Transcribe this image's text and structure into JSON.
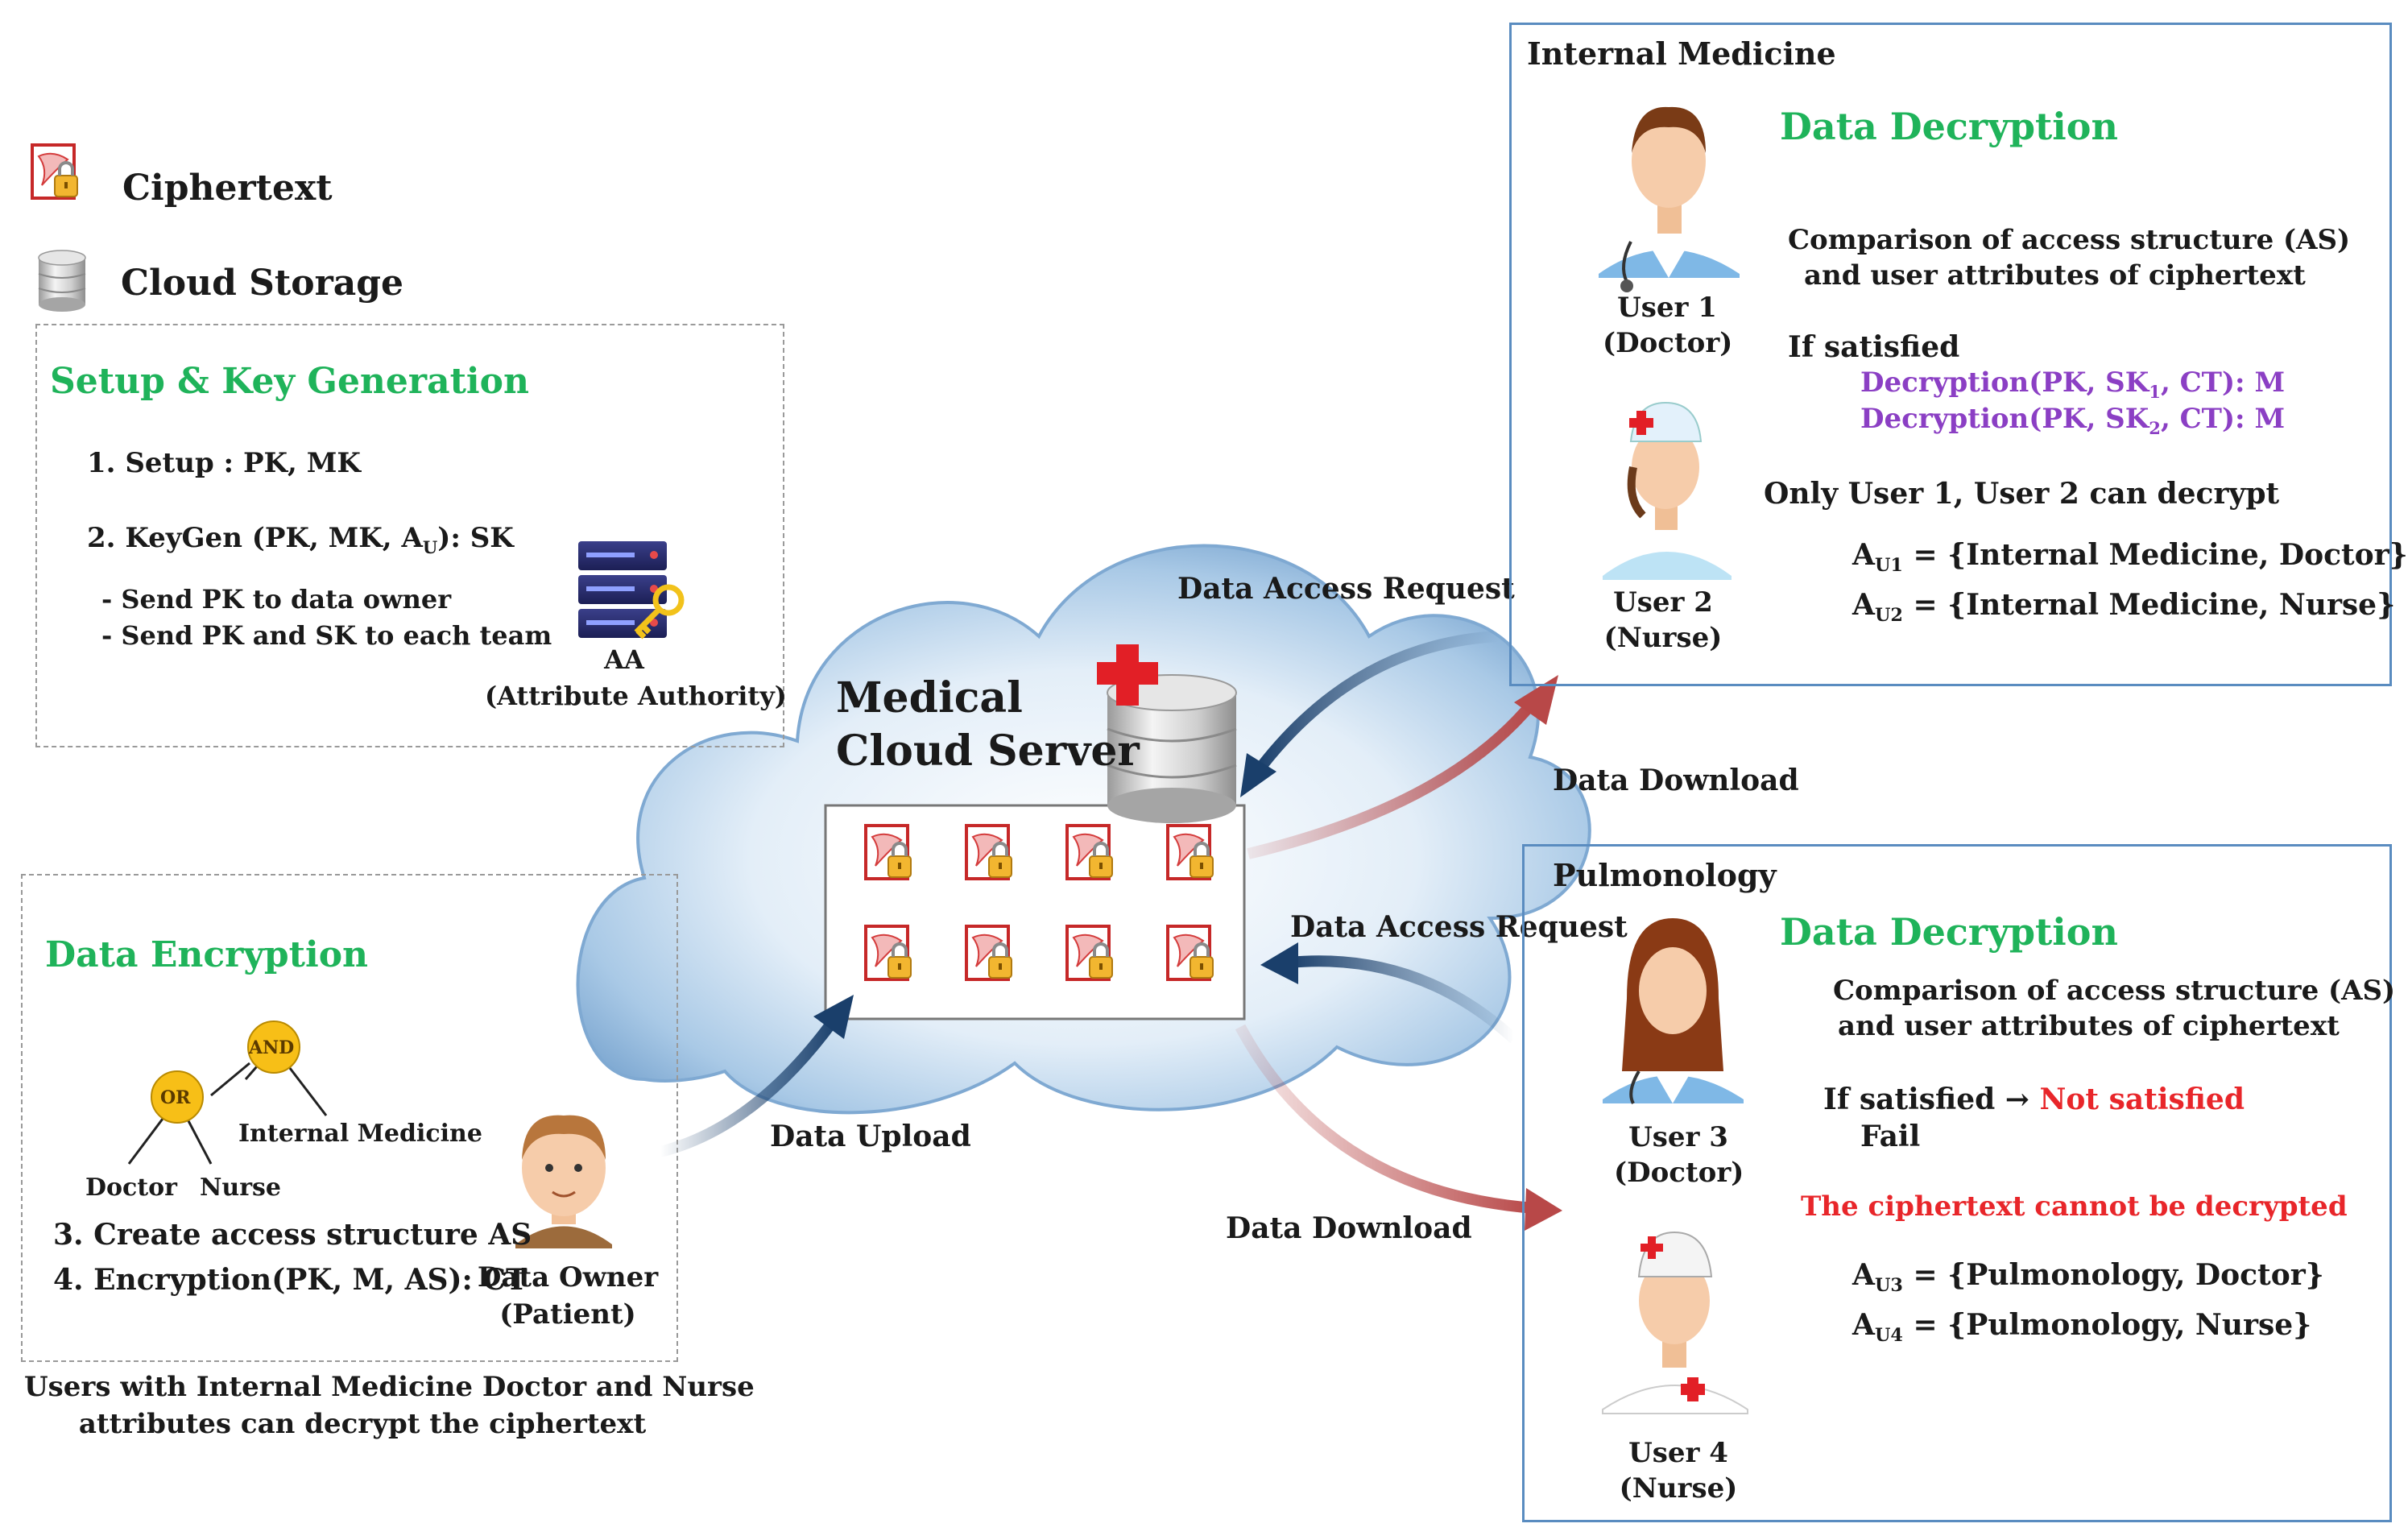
{
  "legend": {
    "ciphertext": "Ciphertext",
    "cloud_storage": "Cloud Storage"
  },
  "setup": {
    "title": "Setup & Key Generation",
    "step1": "1. Setup : PK, MK",
    "step2_prefix": "2. KeyGen (PK, MK, A",
    "step2_sub": "U",
    "step2_suffix": "): SK",
    "send1": "- Send PK to data owner",
    "send2": "- Send PK and SK to each team",
    "aa_label": "AA",
    "aa_full": "(Attribute Authority)"
  },
  "encryption": {
    "title": "Data Encryption",
    "tree": {
      "and": "AND",
      "or": "OR",
      "leaf_internal": "Internal Medicine",
      "leaf_doctor": "Doctor",
      "leaf_nurse": "Nurse"
    },
    "step3": "3. Create access structure AS",
    "step4": "4. Encryption(PK, M, AS): CT",
    "owner": "Data Owner",
    "owner_role": "(Patient)",
    "note1": "Users with Internal Medicine Doctor and Nurse",
    "note2": "attributes can decrypt the ciphertext"
  },
  "server": {
    "line1": "Medical",
    "line2": "Cloud Server"
  },
  "arrows": {
    "upload": "Data Upload",
    "request_top": "Data Access Request",
    "download_top": "Data Download",
    "request_bottom": "Data Access Request",
    "download_bottom": "Data Download"
  },
  "internal": {
    "dept": "Internal Medicine",
    "title": "Data Decryption",
    "compare1": "Comparison of access structure (AS)",
    "compare2": "and user attributes of ciphertext",
    "if_satisfied": "If satisfied",
    "dec1_prefix": "Decryption(PK, SK",
    "dec1_sub": "1",
    "dec1_suffix": ", CT): M",
    "dec2_prefix": "Decryption(PK, SK",
    "dec2_sub": "2",
    "dec2_suffix": ", CT): M",
    "only": "Only User 1, User 2 can decrypt",
    "user1": "User 1",
    "user1_role": "(Doctor)",
    "user2": "User 2",
    "user2_role": "(Nurse)",
    "au1_sym": "A",
    "au1_sub": "U1",
    "au1_val": " = {Internal Medicine, Doctor}",
    "au2_sym": "A",
    "au2_sub": "U2",
    "au2_val": " = {Internal Medicine, Nurse}"
  },
  "pulmo": {
    "dept": "Pulmonology",
    "title": "Data Decryption",
    "compare1": "Comparison of access structure (AS)",
    "compare2": "and user attributes of ciphertext",
    "if_satisfied": "If satisfied → ",
    "not_satisfied": "Not satisfied",
    "fail": "Fail",
    "cannot": "The ciphertext cannot be decrypted",
    "user3": "User 3",
    "user3_role": "(Doctor)",
    "user4": "User 4",
    "user4_role": "(Nurse)",
    "au3_sym": "A",
    "au3_sub": "U3",
    "au3_val": " = {Pulmonology, Doctor}",
    "au4_sym": "A",
    "au4_sub": "U4",
    "au4_val": " = {Pulmonology, Nurse}"
  },
  "colors": {
    "green": "#1fb35a",
    "purple": "#8b3fc4",
    "red": "#e8262a",
    "navy_arrow": "#1a3f6b",
    "red_arrow": "#b84848",
    "box_border": "#5a8cc0"
  }
}
